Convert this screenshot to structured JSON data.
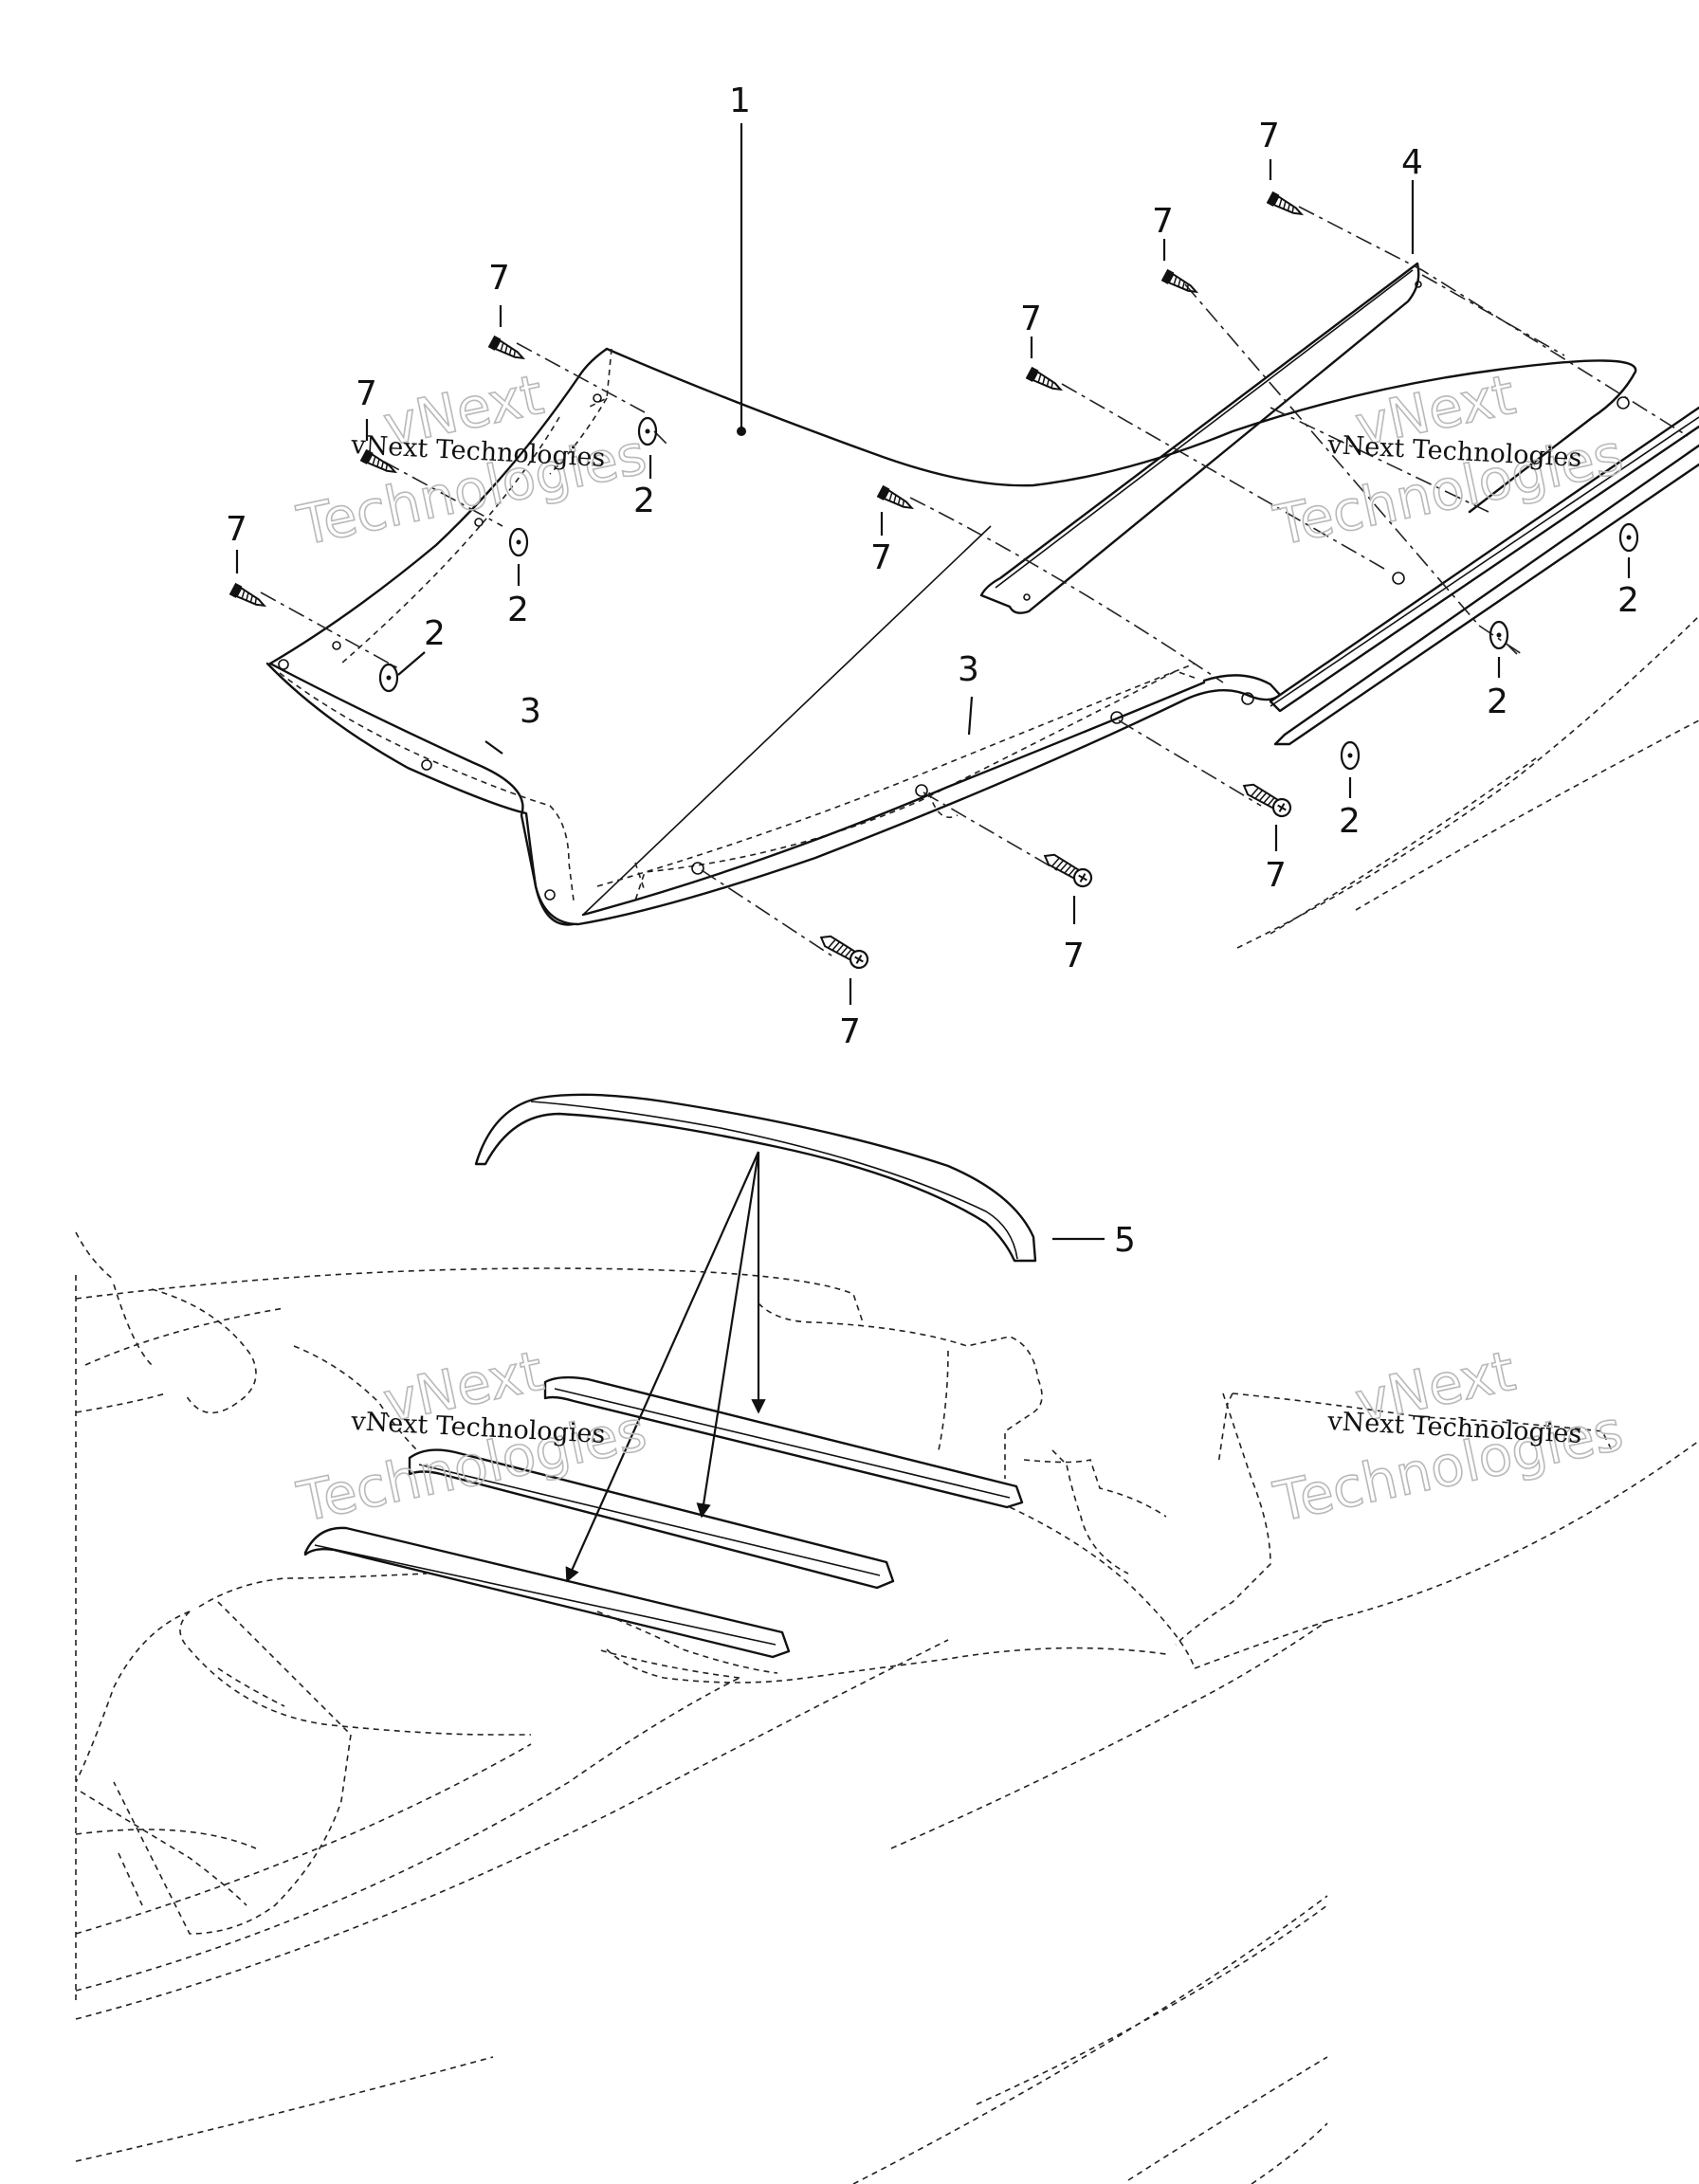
{
  "callouts": {
    "part1": "1",
    "part2": "2",
    "part3": "3",
    "part4": "4",
    "part5": "5",
    "part7": "7"
  },
  "watermark": {
    "brand": "vNext",
    "full": "vNext Technologies",
    "word": "Technologies"
  },
  "colors": {
    "line": "#111111",
    "watermark_outline": "#b9b9b9",
    "background": "#ffffff"
  }
}
